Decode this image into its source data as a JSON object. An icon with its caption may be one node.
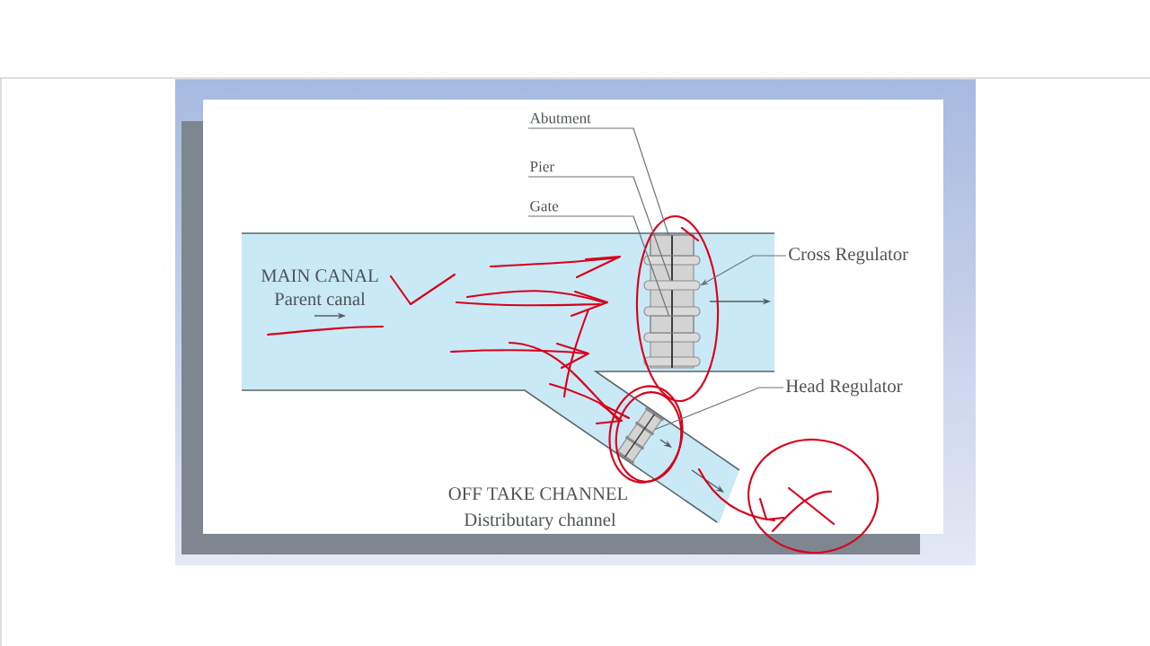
{
  "diagram": {
    "nodes": [
      {
        "text": [
          "Abutment"
        ]
      },
      {
        "text": [
          "Pier"
        ]
      },
      {
        "text": [
          "Gate"
        ]
      },
      {
        "text": [
          "Cross Regulator"
        ]
      },
      {
        "text": [
          "Head Regulator"
        ]
      },
      {
        "text": [],
        "shape": "picture"
      },
      {
        "text": [],
        "shape": "box",
        "in": 5
      },
      {
        "text": [],
        "shape": "bar",
        "in": 5
      },
      {
        "text": [],
        "shape": "box",
        "in": 5
      },
      {
        "text": [],
        "shape": "picture"
      }
    ],
    "edges": [
      {
        "from": 0,
        "to": 6,
        "arrow": "none"
      },
      {
        "from": 1,
        "to": 7,
        "arrow": "none"
      },
      {
        "from": 2,
        "to": 8,
        "arrow": "none"
      },
      {
        "from": 3,
        "to": 5,
        "arrow": "to"
      },
      {
        "from": 4,
        "to": 9,
        "arrow": "none"
      }
    ],
    "labels": [
      "MAIN CANAL",
      "Parent canal",
      "OFF TAKE CHANNEL",
      "Distributary channel"
    ]
  }
}
